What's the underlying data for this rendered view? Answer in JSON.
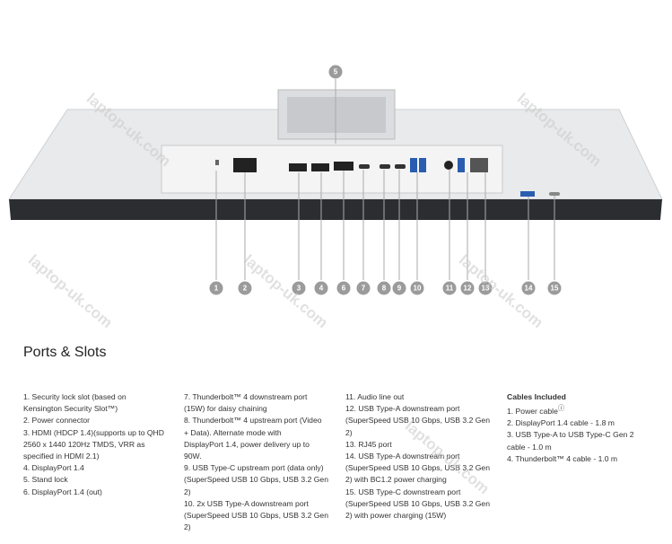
{
  "title": "Ports & Slots",
  "badges": [
    "1",
    "2",
    "3",
    "4",
    "5",
    "6",
    "7",
    "8",
    "9",
    "10",
    "11",
    "12",
    "13",
    "14",
    "15"
  ],
  "columns": [
    [
      "1. Security lock slot (based on\nKensington Security Slot™)",
      "2. Power connector",
      "3. HDMI (HDCP 1.4)(supports up to QHD\n2560 x 1440 120Hz TMDS, VRR as\nspecified in HDMI 2.1)",
      "4. DisplayPort 1.4",
      "5. Stand lock",
      "6. DisplayPort 1.4 (out)"
    ],
    [
      "7. Thunderbolt™ 4 downstream port\n(15W) for daisy chaining",
      "8. Thunderbolt™ 4 upstream port (Video\n+ Data). Alternate mode with\nDisplayPort 1.4, power delivery up to\n90W.",
      "9. USB Type-C upstream port (data only)\n(SuperSpeed USB 10 Gbps, USB 3.2 Gen\n2)",
      "10. 2x USB Type-A downstream port\n(SuperSpeed USB 10 Gbps, USB 3.2 Gen\n2)"
    ],
    [
      "11. Audio line out",
      "12. USB Type-A downstream port\n(SuperSpeed USB 10 Gbps, USB 3.2 Gen\n2)",
      "13. RJ45 port",
      "14. USB Type-A downstream port\n(SuperSpeed USB 10 Gbps, USB 3.2 Gen\n2) with BC1.2 power charging",
      "15. USB Type-C downstream port\n(SuperSpeed USB 10 Gbps, USB 3.2 Gen\n2) with power charging (15W)"
    ]
  ],
  "cables": {
    "heading": "Cables Included",
    "items": [
      "1. Power cable",
      "2. DisplayPort 1.4 cable - 1.8 m",
      "3. USB Type-A to USB Type-C Gen 2\ncable - 1.0 m",
      "4. Thunderbolt™ 4 cable - 1.0 m"
    ],
    "info_icon": "ⓘ"
  },
  "watermark": "laptop-uk.com"
}
